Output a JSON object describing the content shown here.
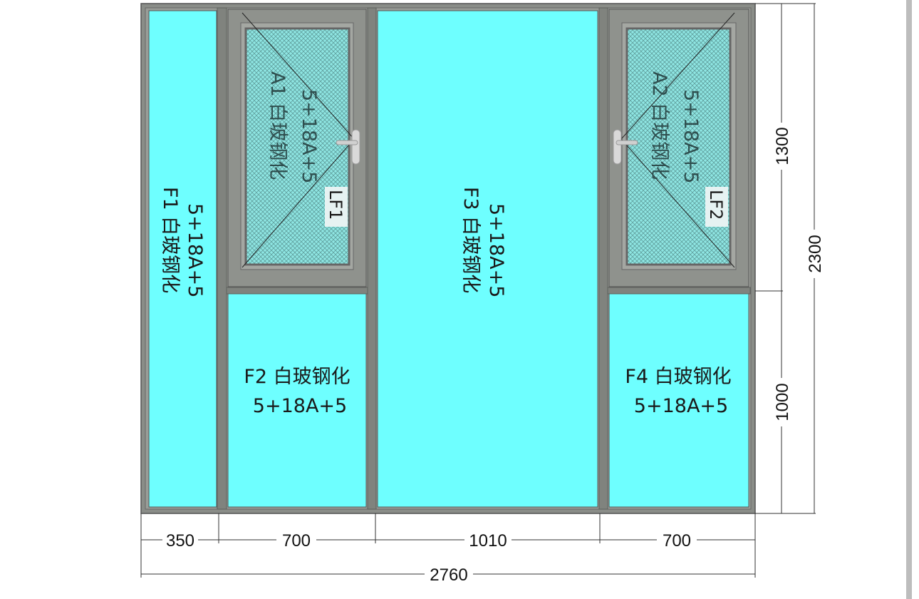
{
  "colors": {
    "glass": "#6effff",
    "frame": "#8a8d88",
    "frame_dark": "#5d605c",
    "mesh": "#7fd9d6"
  },
  "panes": {
    "F1": {
      "line1": "F1 白玻钢化",
      "line2": "5+18A+5"
    },
    "F2": {
      "line1": "F2 白玻钢化",
      "line2": "5+18A+5"
    },
    "F3": {
      "line1": "F3 白玻钢化",
      "line2": "5+18A+5"
    },
    "F4": {
      "line1": "F4 白玻钢化",
      "line2": "5+18A+5"
    },
    "A1": {
      "line1": "A1 白玻钢化",
      "line2": "5+18A+5",
      "sash_tag": "LF1"
    },
    "A2": {
      "line1": "A2 白玻钢化",
      "line2": "5+18A+5",
      "sash_tag": "LF2"
    }
  },
  "dimensions": {
    "widths": [
      "350",
      "700",
      "1010",
      "700"
    ],
    "total_width": "2760",
    "heights": [
      "1300",
      "1000"
    ],
    "total_height": "2300"
  },
  "icons": {
    "handle": "window-handle-icon"
  }
}
